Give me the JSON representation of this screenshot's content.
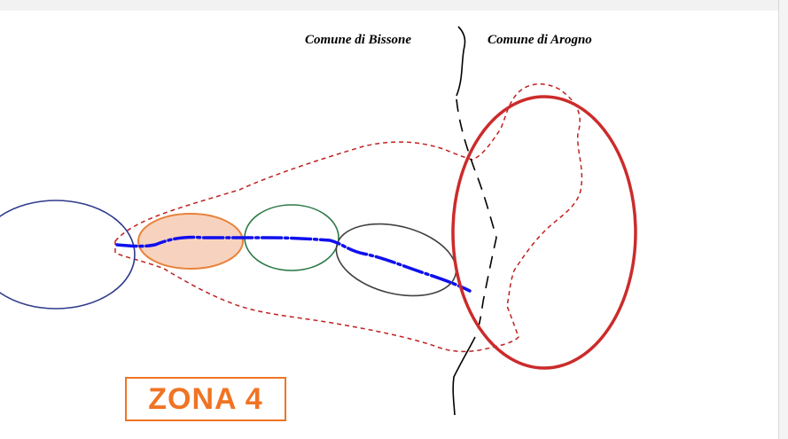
{
  "labels": {
    "bissone": "Comune di Bissone",
    "arogno": "Comune di Arogno",
    "zone": "ZONA 4"
  },
  "colors": {
    "municipal_boundary": "#000000",
    "perimeter_dashed": "#c02020",
    "stream": "#1010ee",
    "ellipse_navy": "#2e3a8c",
    "ellipse_orange_stroke": "#e8823c",
    "ellipse_orange_fill": "#f7d3bf",
    "ellipse_green": "#2a7a45",
    "ellipse_dark": "#404040",
    "ellipse_red": "#cc2b2b",
    "zone_label": "#f07423"
  }
}
